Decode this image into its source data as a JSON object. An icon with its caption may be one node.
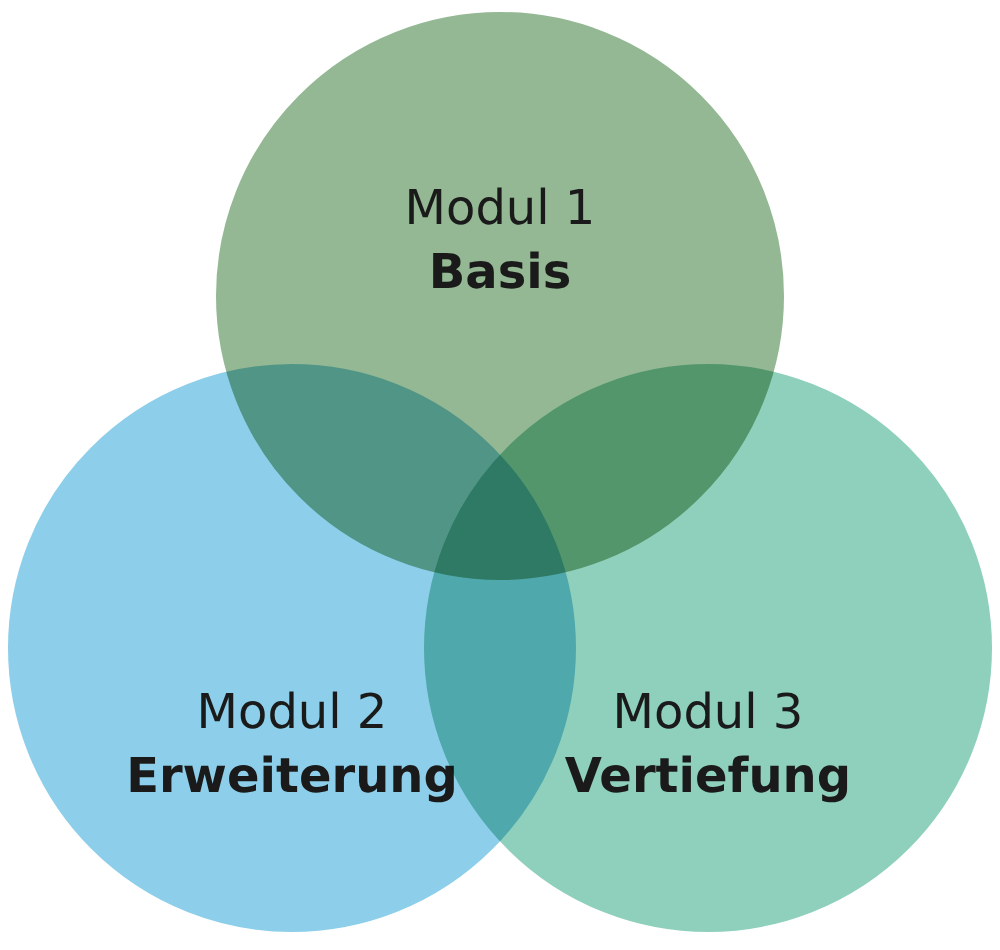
{
  "diagram": {
    "nodes": [
      {
        "text": [
          "Modul 1",
          "Basis"
        ]
      },
      {
        "text": [
          "Modul 2",
          "Erweiterung"
        ]
      },
      {
        "text": [
          "Modul 3",
          "Vertiefung"
        ]
      }
    ]
  }
}
